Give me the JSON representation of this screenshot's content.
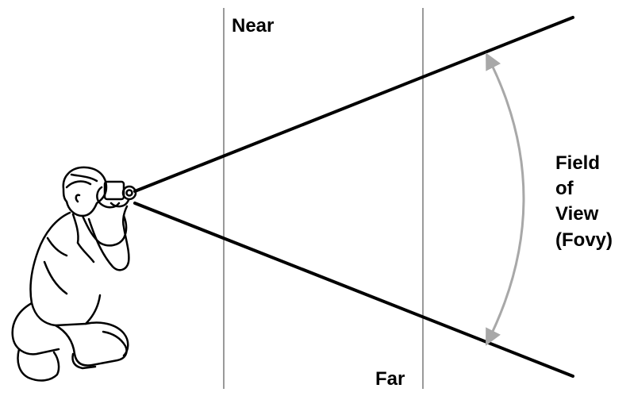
{
  "labels": {
    "near": "Near",
    "far": "Far",
    "fov_lines": [
      "Field",
      "of",
      "View",
      "(Fovy)"
    ]
  },
  "colors": {
    "ink": "#000000",
    "plane": "#9a9a9a",
    "arrow": "#a8a8a8",
    "background": "#ffffff"
  }
}
